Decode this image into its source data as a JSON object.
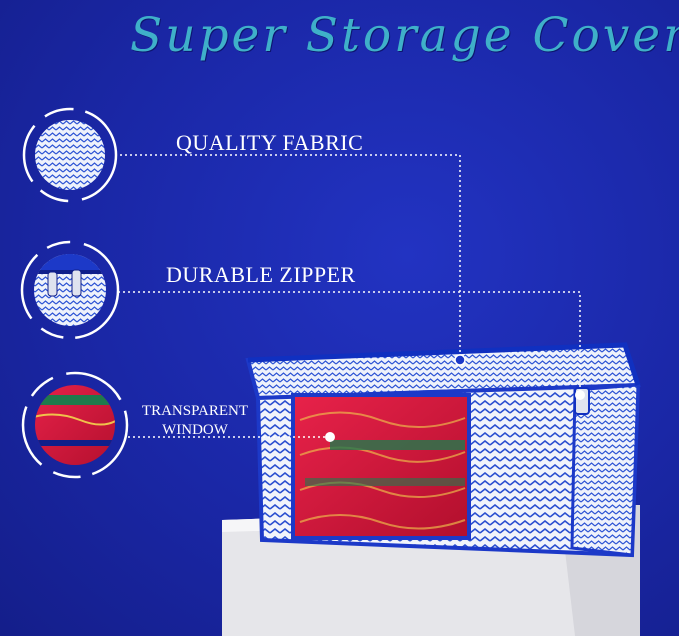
{
  "banner": {
    "title": "Super Storage Cover",
    "features": [
      {
        "label": "QUALITY FABRIC",
        "icon": "fabric-swatch-icon"
      },
      {
        "label": "DURABLE ZIPPER",
        "icon": "zipper-icon"
      },
      {
        "label_lines": [
          "TRANSPARENT",
          "WINDOW"
        ],
        "icon": "window-fabric-icon"
      }
    ]
  },
  "colors": {
    "background": "#1a27a6",
    "title": "#3fb0c9",
    "text": "#ffffff",
    "bag_blue": "#1c39c8",
    "window_red": "#d6193a",
    "pedestal": "#e9e9ec"
  }
}
